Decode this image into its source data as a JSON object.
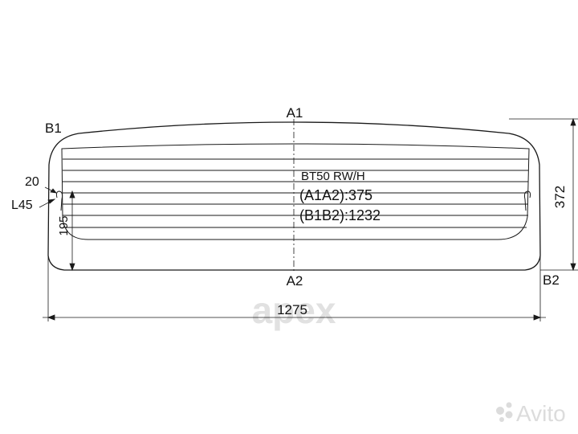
{
  "drawing": {
    "point_labels": {
      "a1": "A1",
      "a2": "A2",
      "b1": "B1",
      "b2": "B2"
    },
    "model": "BT50 RW/H",
    "a1a2": "(A1A2):375",
    "b1b2": "(B1B2):1232",
    "dimensions": {
      "width": "1275",
      "height": "372",
      "edge_offset": "195",
      "left_small_top": "20",
      "left_small_angle": "L45"
    }
  },
  "watermark": {
    "logo_text": "apex",
    "avito_text": "Avito"
  },
  "colors": {
    "line": "#1a1a1a",
    "watermark": "#d9d9d9",
    "watermark_light": "#e6e6e6"
  }
}
